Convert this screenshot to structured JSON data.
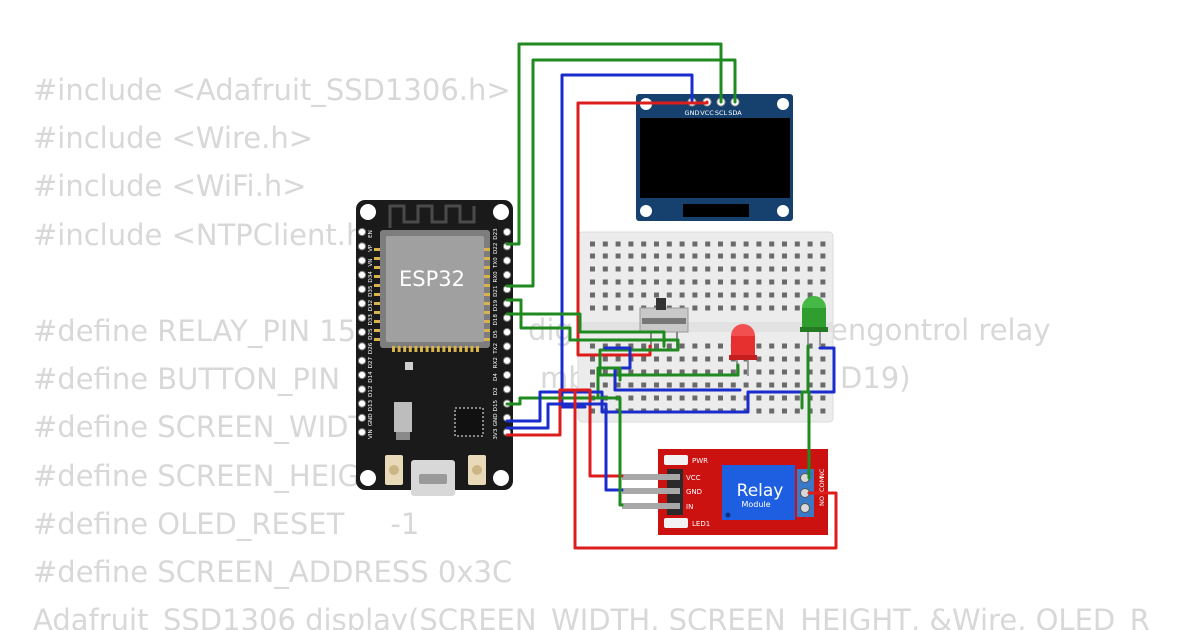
{
  "code_lines": [
    "#include <Adafruit_SSD1306.h>",
    "#include <Wire.h>",
    "#include <WiFi.h>",
    "#include <NTPClient.h>",
    "",
    "#define RELAY_PIN 15",
    "#define BUTTON_PIN",
    "#define SCREEN_WIDTH",
    "#define SCREEN_HEIGHT",
    "#define OLED_RESET     -1",
    "#define SCREEN_ADDRESS 0x3C",
    "Adafruit_SSD1306 display(SCREEN_WIDTH, SCREEN_HEIGHT, &Wire, OLED_R"
  ],
  "code_fragments": {
    "dig": "dig",
    "control_relay": "engontrol relay",
    "mbo": "mbo",
    "d19": "D19)"
  },
  "esp32": {
    "label": "ESP32",
    "pins_left": [
      "EN",
      "VP",
      "VN",
      "D34",
      "D35",
      "D32",
      "D33",
      "D25",
      "D26",
      "D27",
      "D14",
      "D12",
      "D13",
      "GND",
      "VIN"
    ],
    "pins_right": [
      "D23",
      "D22",
      "TX0",
      "RX0",
      "D21",
      "D19",
      "D18",
      "D5",
      "TX2",
      "RX2",
      "D4",
      "D2",
      "D15",
      "GND",
      "3V3"
    ]
  },
  "oled": {
    "pins": [
      "GND",
      "VCC",
      "SCL",
      "SDA"
    ]
  },
  "relay": {
    "title": "Relay",
    "subtitle": "Module",
    "pwr": "PWR",
    "led1": "LED1",
    "pins": [
      "VCC",
      "GND",
      "IN"
    ],
    "terminals": [
      "NO",
      "COM",
      "NC"
    ]
  },
  "colors": {
    "wire_green": "#1f8a1f",
    "wire_red": "#dd1c1c",
    "wire_blue": "#1a2ccc",
    "esp32_board": "#1a1a1a",
    "oled_board": "#16406e",
    "relay_board": "#cc1111",
    "breadboard": "#ececec",
    "code_text": "#d8d8d8"
  }
}
